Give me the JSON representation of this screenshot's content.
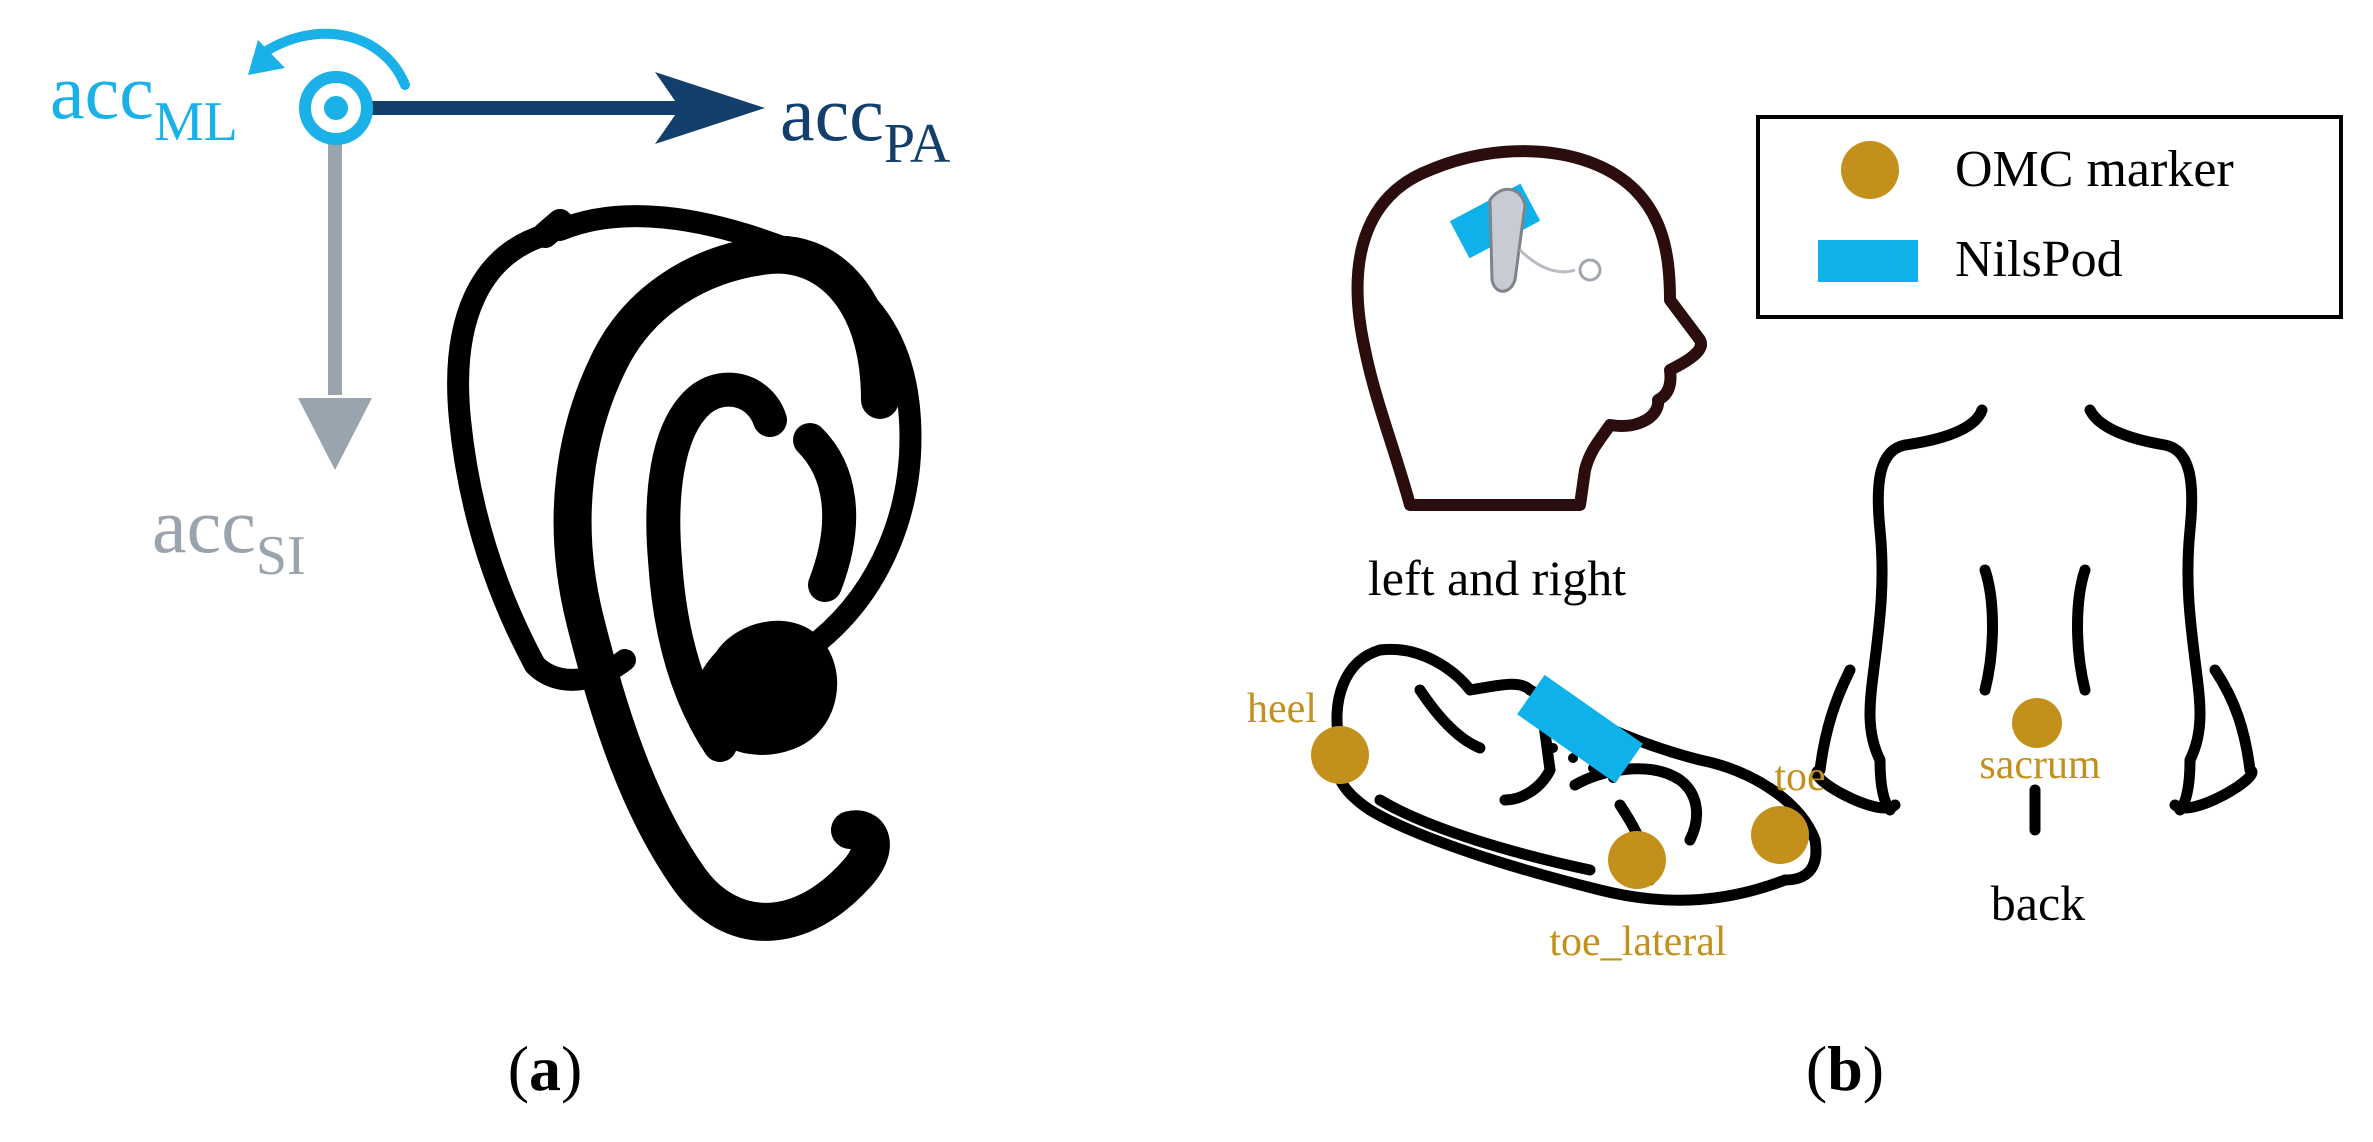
{
  "colors": {
    "ml": "#1ab0e8",
    "pa": "#123f6b",
    "si": "#9aa4ae",
    "marker": "#c4901c",
    "nilspod": "#0fb1ea",
    "ink": "#000000"
  },
  "panel_a": {
    "axes": {
      "ml_base": "acc",
      "ml_sub": "ML",
      "pa_base": "acc",
      "pa_sub": "PA",
      "si_base": "acc",
      "si_sub": "SI"
    },
    "caption_open": "(",
    "caption_letter": "a",
    "caption_close": ")"
  },
  "panel_b": {
    "legend": {
      "marker_label": "OMC marker",
      "nilspod_label": "NilsPod"
    },
    "head_caption": "left and right",
    "back_caption": "back",
    "markers": {
      "heel": "heel",
      "toe": "toe",
      "toe_lateral": "toe_lateral",
      "sacrum": "sacrum"
    },
    "caption_open": "(",
    "caption_letter": "b",
    "caption_close": ")"
  }
}
